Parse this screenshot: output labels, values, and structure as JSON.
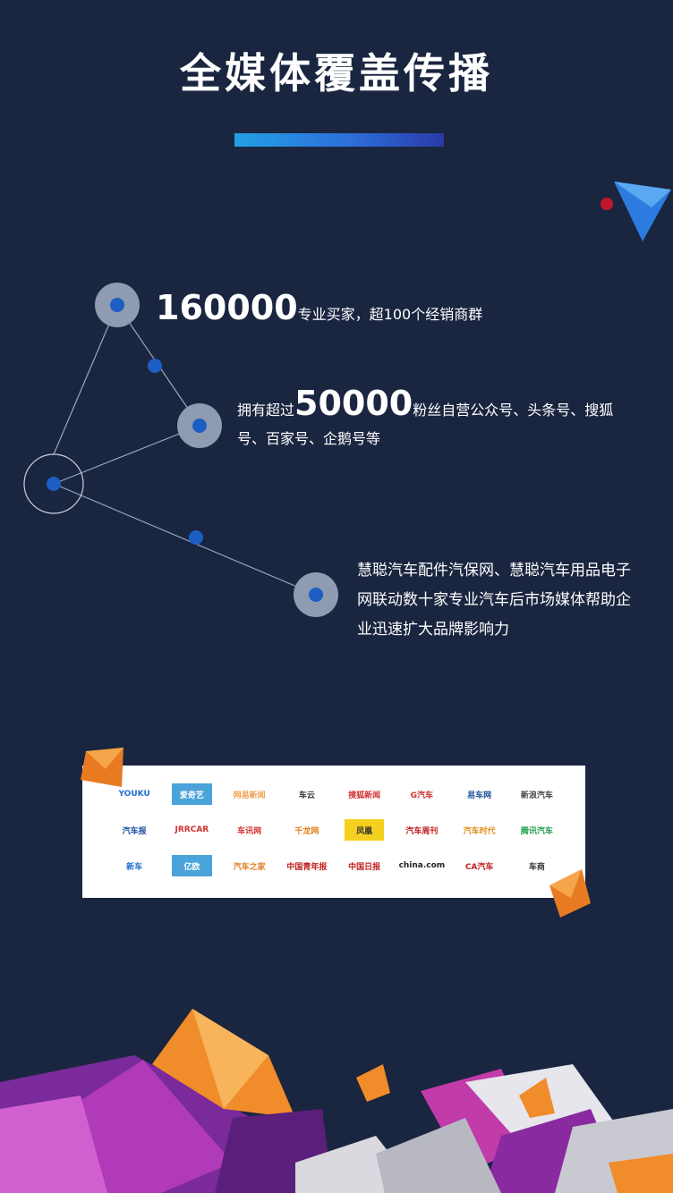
{
  "title": "全媒体覆盖传播",
  "stats": {
    "buyers": {
      "number": "160000",
      "text": "专业买家，超100个经销商群"
    },
    "fans": {
      "prefix": "拥有超过",
      "number": "50000",
      "text": "粉丝自营公众号、头条号、搜狐号、百家号、企鹅号等"
    },
    "media": {
      "text": "慧聪汽车配件汽保网、慧聪汽车用品电子网联动数十家专业汽车后市场媒体帮助企业迅速扩大品牌影响力"
    }
  },
  "logos": [
    {
      "text": "YOUKU",
      "color": "#1f6fd0",
      "bg": ""
    },
    {
      "text": "爱奇艺",
      "color": "#ffffff",
      "bg": "#4aa3d9"
    },
    {
      "text": "网易新闻",
      "color": "#f0a050",
      "bg": ""
    },
    {
      "text": "车云",
      "color": "#333333",
      "bg": ""
    },
    {
      "text": "搜狐新闻",
      "color": "#d23030",
      "bg": ""
    },
    {
      "text": "G汽车",
      "color": "#d23030",
      "bg": ""
    },
    {
      "text": "易车网",
      "color": "#1f4fa0",
      "bg": ""
    },
    {
      "text": "新浪汽车",
      "color": "#444444",
      "bg": ""
    },
    {
      "text": "汽车报",
      "color": "#1f4fa0",
      "bg": ""
    },
    {
      "text": "JRRCAR",
      "color": "#d23030",
      "bg": ""
    },
    {
      "text": "车讯网",
      "color": "#d23030",
      "bg": ""
    },
    {
      "text": "千龙网",
      "color": "#e08020",
      "bg": ""
    },
    {
      "text": "凤凰",
      "color": "#333333",
      "bg": "#f4d020"
    },
    {
      "text": "汽车周刊",
      "color": "#c02020",
      "bg": ""
    },
    {
      "text": "汽车时代",
      "color": "#e09020",
      "bg": ""
    },
    {
      "text": "腾讯汽车",
      "color": "#20a050",
      "bg": ""
    },
    {
      "text": "新车",
      "color": "#1f6fd0",
      "bg": ""
    },
    {
      "text": "亿欧",
      "color": "#ffffff",
      "bg": "#4aa3d9"
    },
    {
      "text": "汽车之家",
      "color": "#e08020",
      "bg": ""
    },
    {
      "text": "中国青年报",
      "color": "#c02020",
      "bg": ""
    },
    {
      "text": "中国日报",
      "color": "#c02020",
      "bg": ""
    },
    {
      "text": "china.com",
      "color": "#222222",
      "bg": ""
    },
    {
      "text": "CA汽车",
      "color": "#c02020",
      "bg": ""
    },
    {
      "text": "车商",
      "color": "#333333",
      "bg": ""
    }
  ],
  "colors": {
    "background": "#1a2540",
    "node_outer": "#8f9bb0",
    "node_inner": "#1d5ec4",
    "line": "#9aa6bd"
  }
}
